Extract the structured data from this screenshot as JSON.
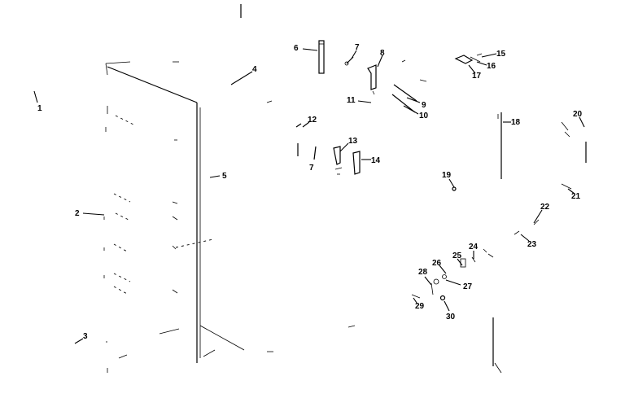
{
  "callouts": [
    {
      "id": "1",
      "label": "1"
    },
    {
      "id": "2",
      "label": "2"
    },
    {
      "id": "3",
      "label": "3"
    },
    {
      "id": "4",
      "label": "4"
    },
    {
      "id": "5",
      "label": "5"
    },
    {
      "id": "6",
      "label": "6"
    },
    {
      "id": "7a",
      "label": "7"
    },
    {
      "id": "7b",
      "label": "7"
    },
    {
      "id": "8",
      "label": "8"
    },
    {
      "id": "9",
      "label": "9"
    },
    {
      "id": "10",
      "label": "10"
    },
    {
      "id": "11",
      "label": "11"
    },
    {
      "id": "12",
      "label": "12"
    },
    {
      "id": "13",
      "label": "13"
    },
    {
      "id": "14",
      "label": "14"
    },
    {
      "id": "15",
      "label": "15"
    },
    {
      "id": "16",
      "label": "16"
    },
    {
      "id": "17",
      "label": "17"
    },
    {
      "id": "18",
      "label": "18"
    },
    {
      "id": "19",
      "label": "19"
    },
    {
      "id": "20",
      "label": "20"
    },
    {
      "id": "21",
      "label": "21"
    },
    {
      "id": "22",
      "label": "22"
    },
    {
      "id": "23",
      "label": "23"
    },
    {
      "id": "24",
      "label": "24"
    },
    {
      "id": "25",
      "label": "25"
    },
    {
      "id": "26",
      "label": "26"
    },
    {
      "id": "27",
      "label": "27"
    },
    {
      "id": "28",
      "label": "28"
    },
    {
      "id": "29",
      "label": "29"
    },
    {
      "id": "30",
      "label": "30"
    }
  ]
}
